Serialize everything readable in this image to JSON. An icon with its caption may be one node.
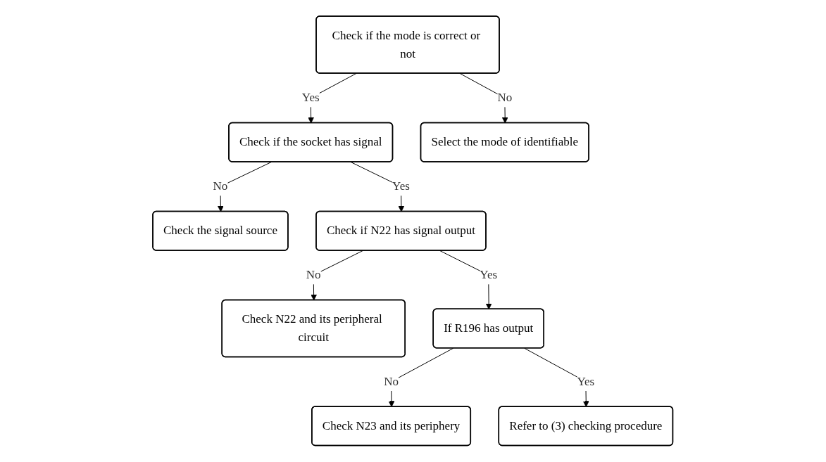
{
  "diagram": {
    "nodes": [
      {
        "text": [
          "Check if the mode is correct or not"
        ]
      },
      {
        "text": [
          "Check if the socket has signal"
        ]
      },
      {
        "text": [
          "Select the mode of identifiable"
        ]
      },
      {
        "text": [
          "Check the signal source"
        ]
      },
      {
        "text": [
          "Check if N22 has signal output"
        ]
      },
      {
        "text": [
          "Check N22 and its peripheral circuit"
        ]
      },
      {
        "text": [
          "If R196 has output"
        ]
      },
      {
        "text": [
          "Check N23 and its periphery"
        ]
      },
      {
        "text": [
          "Refer to (3) checking procedure"
        ]
      }
    ],
    "edges": [
      {
        "from": 0,
        "to": 1,
        "label": "Yes",
        "arrow": "to"
      },
      {
        "from": 0,
        "to": 2,
        "label": "No",
        "arrow": "to"
      },
      {
        "from": 1,
        "to": 3,
        "label": "No",
        "arrow": "to"
      },
      {
        "from": 1,
        "to": 4,
        "label": "Yes",
        "arrow": "to"
      },
      {
        "from": 4,
        "to": 5,
        "label": "No",
        "arrow": "to"
      },
      {
        "from": 4,
        "to": 6,
        "label": "Yes",
        "arrow": "to"
      },
      {
        "from": 6,
        "to": 7,
        "label": "No",
        "arrow": "to"
      },
      {
        "from": 6,
        "to": 8,
        "label": "Yes",
        "arrow": "to"
      }
    ]
  }
}
